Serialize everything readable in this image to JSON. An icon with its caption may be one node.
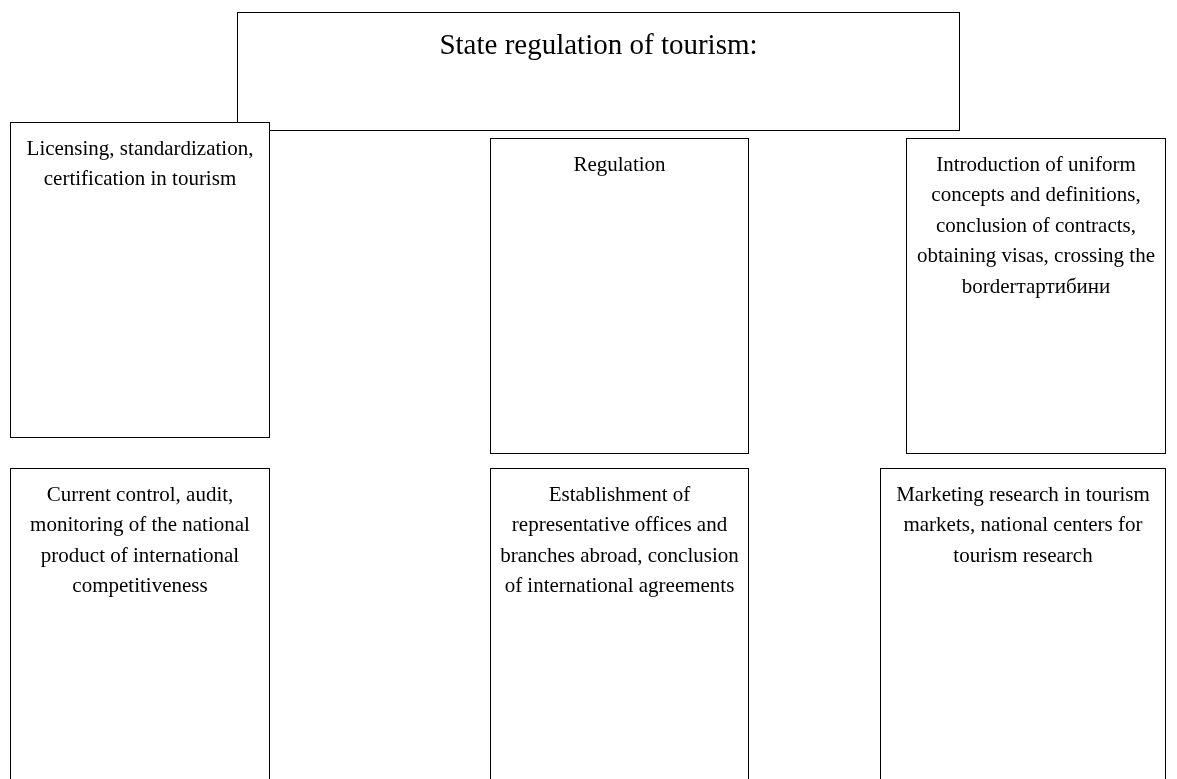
{
  "diagram": {
    "nodes": [
      {
        "text": [
          "State regulation of tourism:"
        ]
      },
      {
        "text": [
          "Licensing, standardization, certification in tourism"
        ]
      },
      {
        "text": [
          "Regulation"
        ]
      },
      {
        "text": [
          "Introduction of uniform concepts and definitions, conclusion of contracts, obtaining visas, crossing the borderтартибини"
        ]
      },
      {
        "text": [
          "Current control, audit, monitoring of the national product of international competitiveness"
        ]
      },
      {
        "text": [
          "Establishment of representative offices and branches abroad, conclusion of international agreements"
        ]
      },
      {
        "text": [
          "Marketing research in tourism markets, national centers for tourism research"
        ]
      }
    ]
  }
}
